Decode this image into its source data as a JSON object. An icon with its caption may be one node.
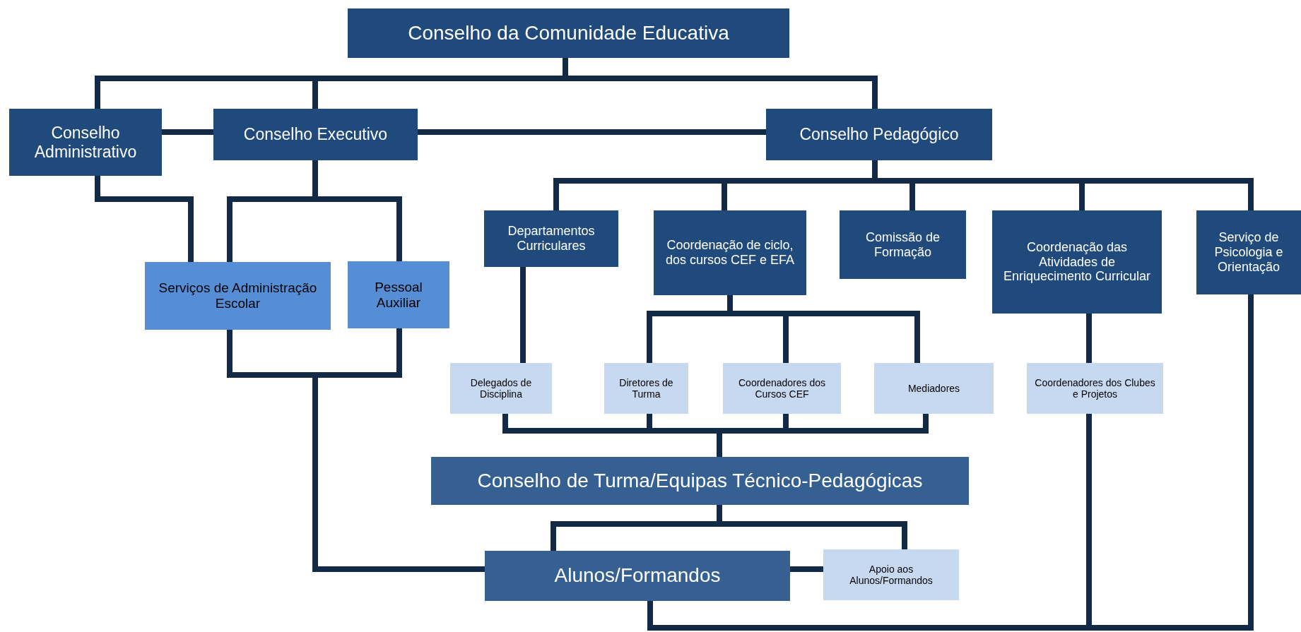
{
  "diagram": {
    "nodes": [
      {
        "text": [
          "Conselho da Comunidade Educativa"
        ]
      },
      {
        "text": [
          "Conselho Administrativo"
        ]
      },
      {
        "text": [
          "Conselho Executivo"
        ]
      },
      {
        "text": [
          "Conselho Pedagógico"
        ]
      },
      {
        "text": [
          "Serviços de Administração Escolar"
        ]
      },
      {
        "text": [
          "Pessoal Auxiliar"
        ]
      },
      {
        "text": [
          "Departamentos Curriculares"
        ]
      },
      {
        "text": [
          "Coordenação de ciclo, dos cursos CEF e EFA"
        ]
      },
      {
        "text": [
          "Comissão de Formação"
        ]
      },
      {
        "text": [
          "Coordenação das Atividades de Enriquecimento Curricular"
        ]
      },
      {
        "text": [
          "Serviço de Psicologia e Orientação"
        ]
      },
      {
        "text": [
          "Delegados de Disciplina"
        ]
      },
      {
        "text": [
          "Diretores de Turma"
        ]
      },
      {
        "text": [
          "Coordenadores dos Cursos CEF"
        ]
      },
      {
        "text": [
          "Mediadores"
        ]
      },
      {
        "text": [
          "Coordenadores dos Clubes e Projetos"
        ]
      },
      {
        "text": [
          "Conselho de Turma/Equipas Técnico-Pedagógicas"
        ]
      },
      {
        "text": [
          "Alunos/Formandos"
        ]
      },
      {
        "text": [
          "Apoio aos Alunos/Formandos"
        ]
      }
    ],
    "edges": [
      {
        "from": 0,
        "to": 1,
        "arrow": "none"
      },
      {
        "from": 0,
        "to": 2,
        "arrow": "none"
      },
      {
        "from": 0,
        "to": 3,
        "arrow": "none"
      },
      {
        "from": 1,
        "to": 2,
        "arrow": "none"
      },
      {
        "from": 2,
        "to": 3,
        "arrow": "none"
      },
      {
        "from": 1,
        "to": 4,
        "arrow": "none"
      },
      {
        "from": 2,
        "to": 4,
        "arrow": "none"
      },
      {
        "from": 2,
        "to": 5,
        "arrow": "none"
      },
      {
        "from": 4,
        "to": 17,
        "arrow": "none"
      },
      {
        "from": 5,
        "to": 17,
        "arrow": "none"
      },
      {
        "from": 3,
        "to": 6,
        "arrow": "none"
      },
      {
        "from": 3,
        "to": 7,
        "arrow": "none"
      },
      {
        "from": 3,
        "to": 8,
        "arrow": "none"
      },
      {
        "from": 3,
        "to": 9,
        "arrow": "none"
      },
      {
        "from": 3,
        "to": 10,
        "arrow": "none"
      },
      {
        "from": 6,
        "to": 11,
        "arrow": "none"
      },
      {
        "from": 7,
        "to": 12,
        "arrow": "none"
      },
      {
        "from": 7,
        "to": 13,
        "arrow": "none"
      },
      {
        "from": 7,
        "to": 14,
        "arrow": "none"
      },
      {
        "from": 11,
        "to": 16,
        "arrow": "none"
      },
      {
        "from": 12,
        "to": 16,
        "arrow": "none"
      },
      {
        "from": 13,
        "to": 16,
        "arrow": "none"
      },
      {
        "from": 14,
        "to": 16,
        "arrow": "none"
      },
      {
        "from": 9,
        "to": 15,
        "arrow": "none"
      },
      {
        "from": 16,
        "to": 17,
        "arrow": "none"
      },
      {
        "from": 16,
        "to": 18,
        "arrow": "none"
      },
      {
        "from": 17,
        "to": 18,
        "arrow": "none"
      },
      {
        "from": 15,
        "to": 17,
        "arrow": "none"
      },
      {
        "from": 10,
        "to": 17,
        "arrow": "none"
      }
    ]
  }
}
